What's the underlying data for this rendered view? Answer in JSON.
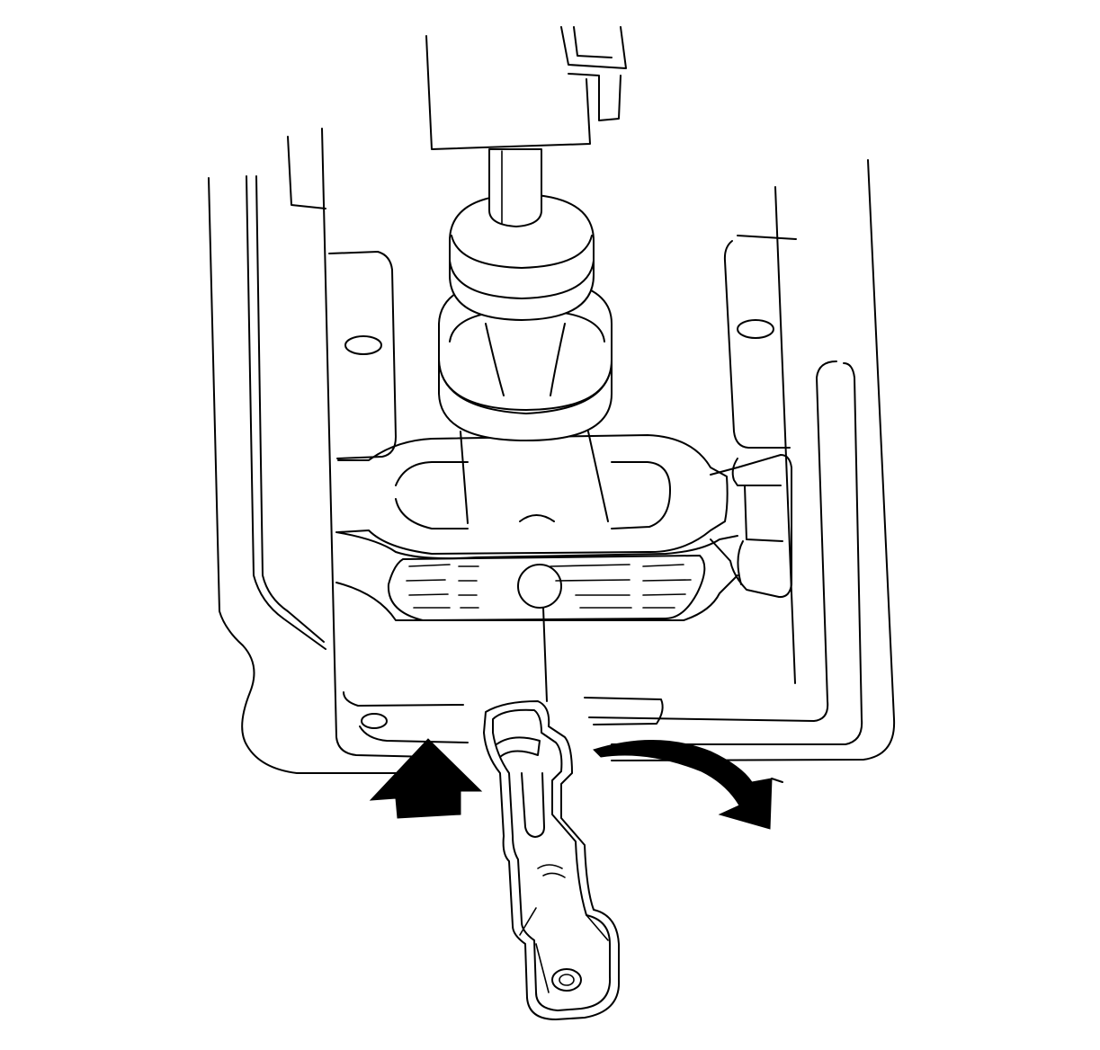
{
  "diagram": {
    "background": "#ffffff",
    "line_color": "#000000",
    "arrows": [
      {
        "name": "upward-push-arrow",
        "direction": "up"
      },
      {
        "name": "curved-rotation-arrow",
        "direction": "clockwise"
      }
    ]
  }
}
